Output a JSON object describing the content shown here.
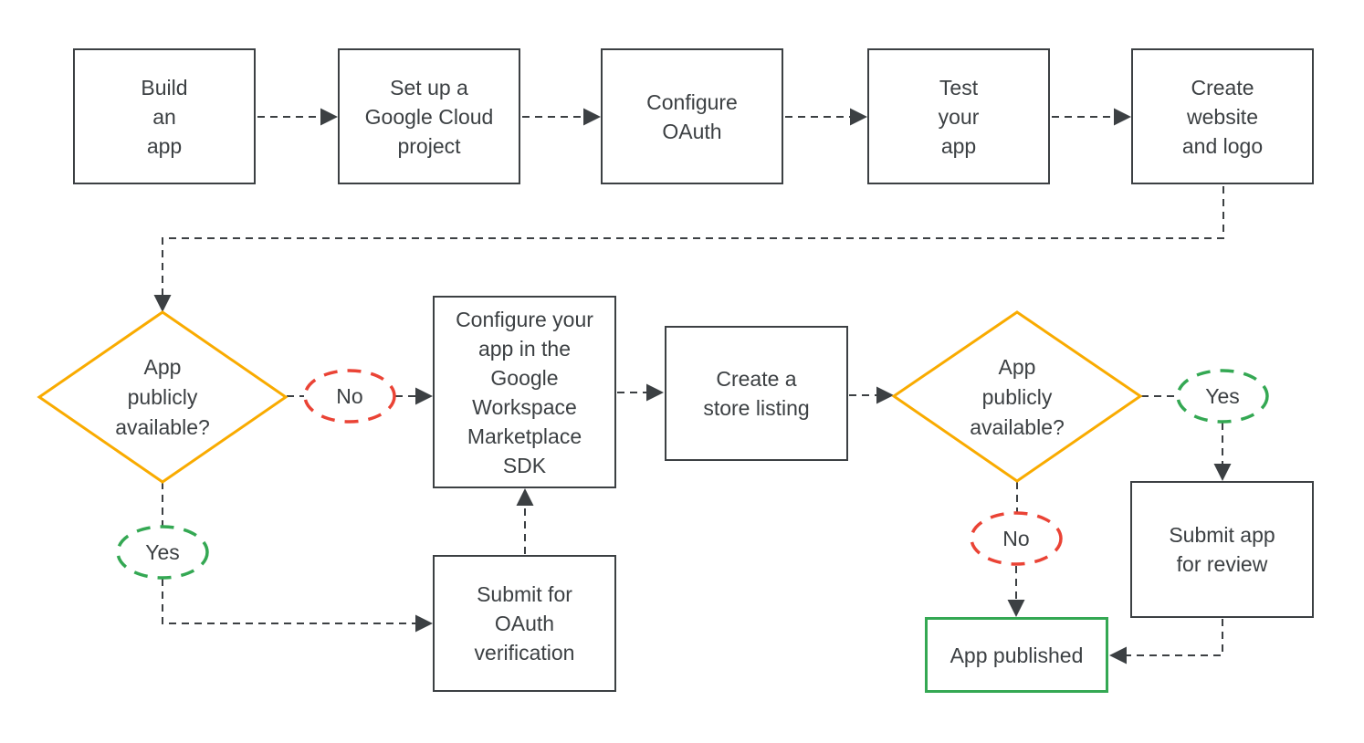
{
  "diagram": {
    "type": "flowchart",
    "background": "#ffffff",
    "colors": {
      "line": "#3c4043",
      "text": "#3c4043",
      "box_border": "#3c4043",
      "decision_border": "#f9ab00",
      "no_border": "#ea4335",
      "yes_border": "#34a853",
      "published_border": "#34a853"
    },
    "nodes": {
      "build_app": {
        "type": "process",
        "label": "Build\nan\napp"
      },
      "setup_project": {
        "type": "process",
        "label": "Set up a\nGoogle Cloud\nproject"
      },
      "configure_oauth": {
        "type": "process",
        "label": "Configure\nOAuth"
      },
      "test_app": {
        "type": "process",
        "label": "Test\nyour\napp"
      },
      "create_website": {
        "type": "process",
        "label": "Create\nwebsite\nand logo"
      },
      "decision_public_1": {
        "type": "decision",
        "label": "App\npublicly\navailable?"
      },
      "label_no_1": {
        "type": "edge-label",
        "label": "No"
      },
      "configure_sdk": {
        "type": "process",
        "label": "Configure your\napp in the\nGoogle\nWorkspace\nMarketplace\nSDK"
      },
      "create_store_listing": {
        "type": "process",
        "label": "Create a\nstore listing"
      },
      "decision_public_2": {
        "type": "decision",
        "label": "App\npublicly\navailable?"
      },
      "label_yes_2": {
        "type": "edge-label",
        "label": "Yes"
      },
      "label_yes_1": {
        "type": "edge-label",
        "label": "Yes"
      },
      "submit_oauth_verification": {
        "type": "process",
        "label": "Submit for\nOAuth\nverification"
      },
      "submit_app_review": {
        "type": "process",
        "label": "Submit app\nfor review"
      },
      "label_no_2": {
        "type": "edge-label",
        "label": "No"
      },
      "app_published": {
        "type": "terminal",
        "label": "App published"
      }
    },
    "edges": [
      {
        "from": "build_app",
        "to": "setup_project"
      },
      {
        "from": "setup_project",
        "to": "configure_oauth"
      },
      {
        "from": "configure_oauth",
        "to": "test_app"
      },
      {
        "from": "test_app",
        "to": "create_website"
      },
      {
        "from": "create_website",
        "to": "decision_public_1"
      },
      {
        "from": "decision_public_1",
        "to": "configure_sdk",
        "label": "No"
      },
      {
        "from": "configure_sdk",
        "to": "create_store_listing"
      },
      {
        "from": "create_store_listing",
        "to": "decision_public_2"
      },
      {
        "from": "decision_public_2",
        "to": "submit_app_review",
        "label": "Yes"
      },
      {
        "from": "submit_app_review",
        "to": "app_published"
      },
      {
        "from": "decision_public_2",
        "to": "app_published",
        "label": "No"
      },
      {
        "from": "decision_public_1",
        "to": "submit_oauth_verification",
        "label": "Yes"
      },
      {
        "from": "submit_oauth_verification",
        "to": "configure_sdk"
      }
    ]
  }
}
